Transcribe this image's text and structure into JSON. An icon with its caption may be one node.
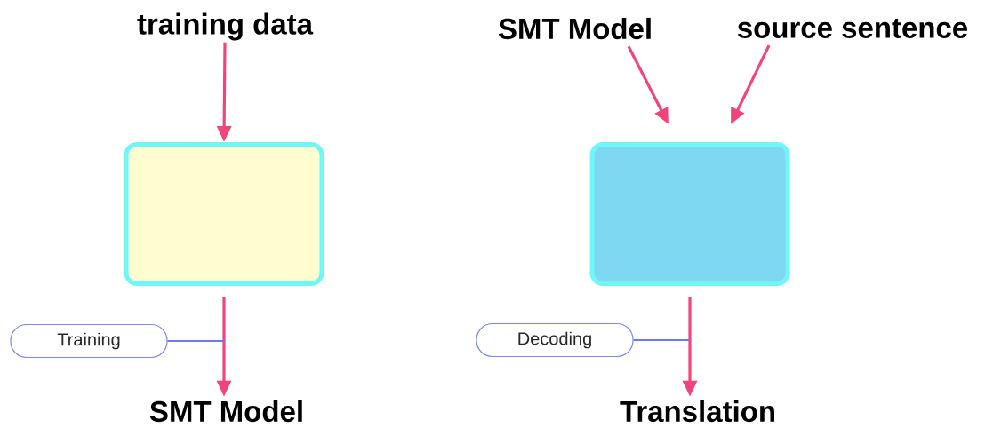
{
  "diagram": {
    "nodes": [
      {
        "text": [
          "training data"
        ]
      },
      {
        "text": [],
        "shape": "box"
      },
      {
        "text": [
          "SMT Model"
        ]
      },
      {
        "text": [
          "Training"
        ]
      },
      {
        "text": [
          "SMT Model"
        ]
      },
      {
        "text": [
          "source sentence"
        ]
      },
      {
        "text": [],
        "shape": "box"
      },
      {
        "text": [
          "Translation"
        ]
      },
      {
        "text": [
          "Decoding"
        ]
      }
    ],
    "edges": [
      {
        "from": 0,
        "to": 1,
        "arrow": "to"
      },
      {
        "from": 1,
        "to": 2,
        "arrow": "to"
      },
      {
        "from": 3,
        "to": null,
        "arrow": "none",
        "color": "#6f78ee"
      },
      {
        "from": 4,
        "to": 6,
        "arrow": "to"
      },
      {
        "from": 5,
        "to": 6,
        "arrow": "to"
      },
      {
        "from": 6,
        "to": 7,
        "arrow": "to"
      },
      {
        "from": 8,
        "to": null,
        "arrow": "none",
        "color": "#6f78ee"
      }
    ]
  }
}
